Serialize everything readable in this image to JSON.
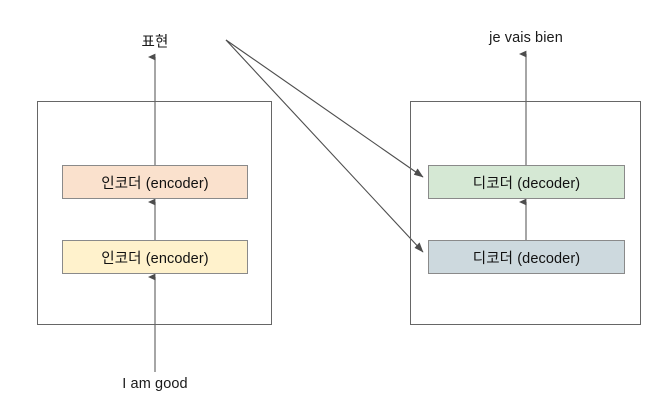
{
  "diagram": {
    "title_text_top_left": "표현",
    "title_text_top_right": "je vais bien",
    "input_text": "I am good",
    "colors": {
      "encoder_top_fill": "#fae1cd",
      "encoder_bottom_fill": "#fff2cc",
      "decoder_top_fill": "#d5e8d4",
      "decoder_bottom_fill": "#cdd9de",
      "node_stroke": "#8a8a8a",
      "container_stroke": "#666666",
      "arrow_stroke": "#4d4d4d",
      "text_color": "#1a1a1a",
      "background": "#ffffff"
    },
    "encoder_stack": {
      "name": "encoder-stack",
      "blocks": [
        {
          "label": "인코더 (encoder)",
          "position": "top"
        },
        {
          "label": "인코더 (encoder)",
          "position": "bottom"
        }
      ]
    },
    "decoder_stack": {
      "name": "decoder-stack",
      "blocks": [
        {
          "label": "디코더 (decoder)",
          "position": "top"
        },
        {
          "label": "디코더 (decoder)",
          "position": "bottom"
        }
      ]
    },
    "connections": [
      {
        "from": "input-text",
        "to": "encoder-bottom",
        "style": "vertical-arrow-up"
      },
      {
        "from": "encoder-bottom",
        "to": "encoder-top",
        "style": "vertical-arrow-up"
      },
      {
        "from": "encoder-top",
        "to": "representation-label",
        "style": "vertical-arrow-up"
      },
      {
        "from": "representation-point",
        "to": "decoder-top",
        "style": "diagonal-arrow"
      },
      {
        "from": "representation-point",
        "to": "decoder-bottom",
        "style": "diagonal-arrow"
      },
      {
        "from": "decoder-bottom",
        "to": "decoder-top",
        "style": "vertical-arrow-up"
      },
      {
        "from": "decoder-top",
        "to": "output-text",
        "style": "vertical-arrow-up"
      }
    ]
  }
}
